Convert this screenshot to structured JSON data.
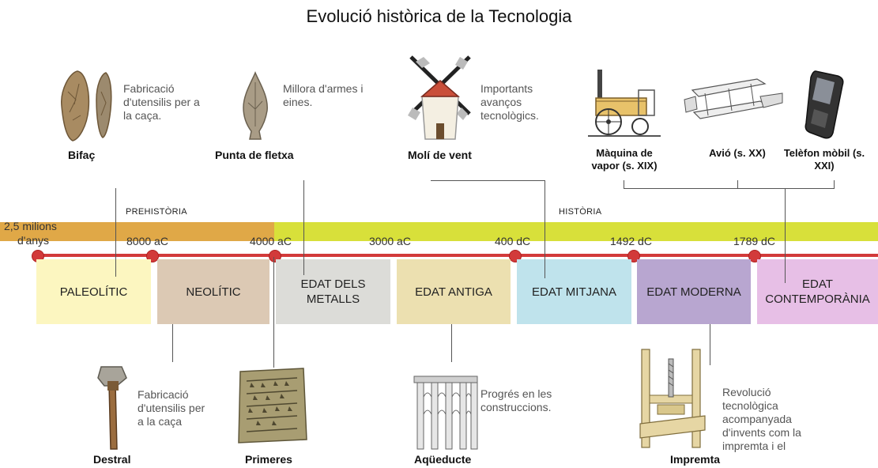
{
  "title": "Evolució històrica de la Tecnologia",
  "eras": {
    "prehistory": "PREHISTÒRIA",
    "history": "HISTÒRIA"
  },
  "ticks": [
    "2,5 milions",
    "d'anys",
    "8000 aC",
    "4000 aC",
    "3000 aC",
    "400 dC",
    "1492 dC",
    "1789 dC"
  ],
  "periods": [
    "PALEOLÍTIC",
    "NEOLÍTIC",
    "EDAT DELS METALLS",
    "EDAT ANTIGA",
    "EDAT MITJANA",
    "EDAT MODERNA",
    "EDAT CONTEMPORÀNIA"
  ],
  "top_items": [
    {
      "caption": "Bifaç",
      "desc": "Fabricació d'utensilis per a la caça."
    },
    {
      "caption": "Punta de fletxa",
      "desc": "Millora d'armes i eines."
    },
    {
      "caption": "Molí de vent",
      "desc": "Importants avanços tecnològics."
    },
    {
      "caption": "Màquina de vapor (s. XIX)"
    },
    {
      "caption": "Avió (s. XX)"
    },
    {
      "caption": "Telèfon mòbil (s. XXI)"
    }
  ],
  "bottom_items": [
    {
      "caption": "Destral",
      "desc": "Fabricació d'utensilis per a la caça"
    },
    {
      "caption": "Primeres"
    },
    {
      "caption": "Aqüeducte",
      "desc": "Progrés en les construccions."
    },
    {
      "caption": "Impremta",
      "desc": "Revolució tecnològica acompanyada d'invents com la impremta i el"
    }
  ],
  "colors": {
    "band_prehistory": "#e0a847",
    "band_history": "#d8e03a",
    "timeline": "#d23a3a",
    "paleolitic": "#fcf6c0",
    "neolitic": "#dcc9b4",
    "metalls": "#dcdcd8",
    "antiga": "#ece0b0",
    "mitjana": "#bfe3ec",
    "moderna": "#b8a6d0",
    "contemporania": "#e7bfe6"
  }
}
